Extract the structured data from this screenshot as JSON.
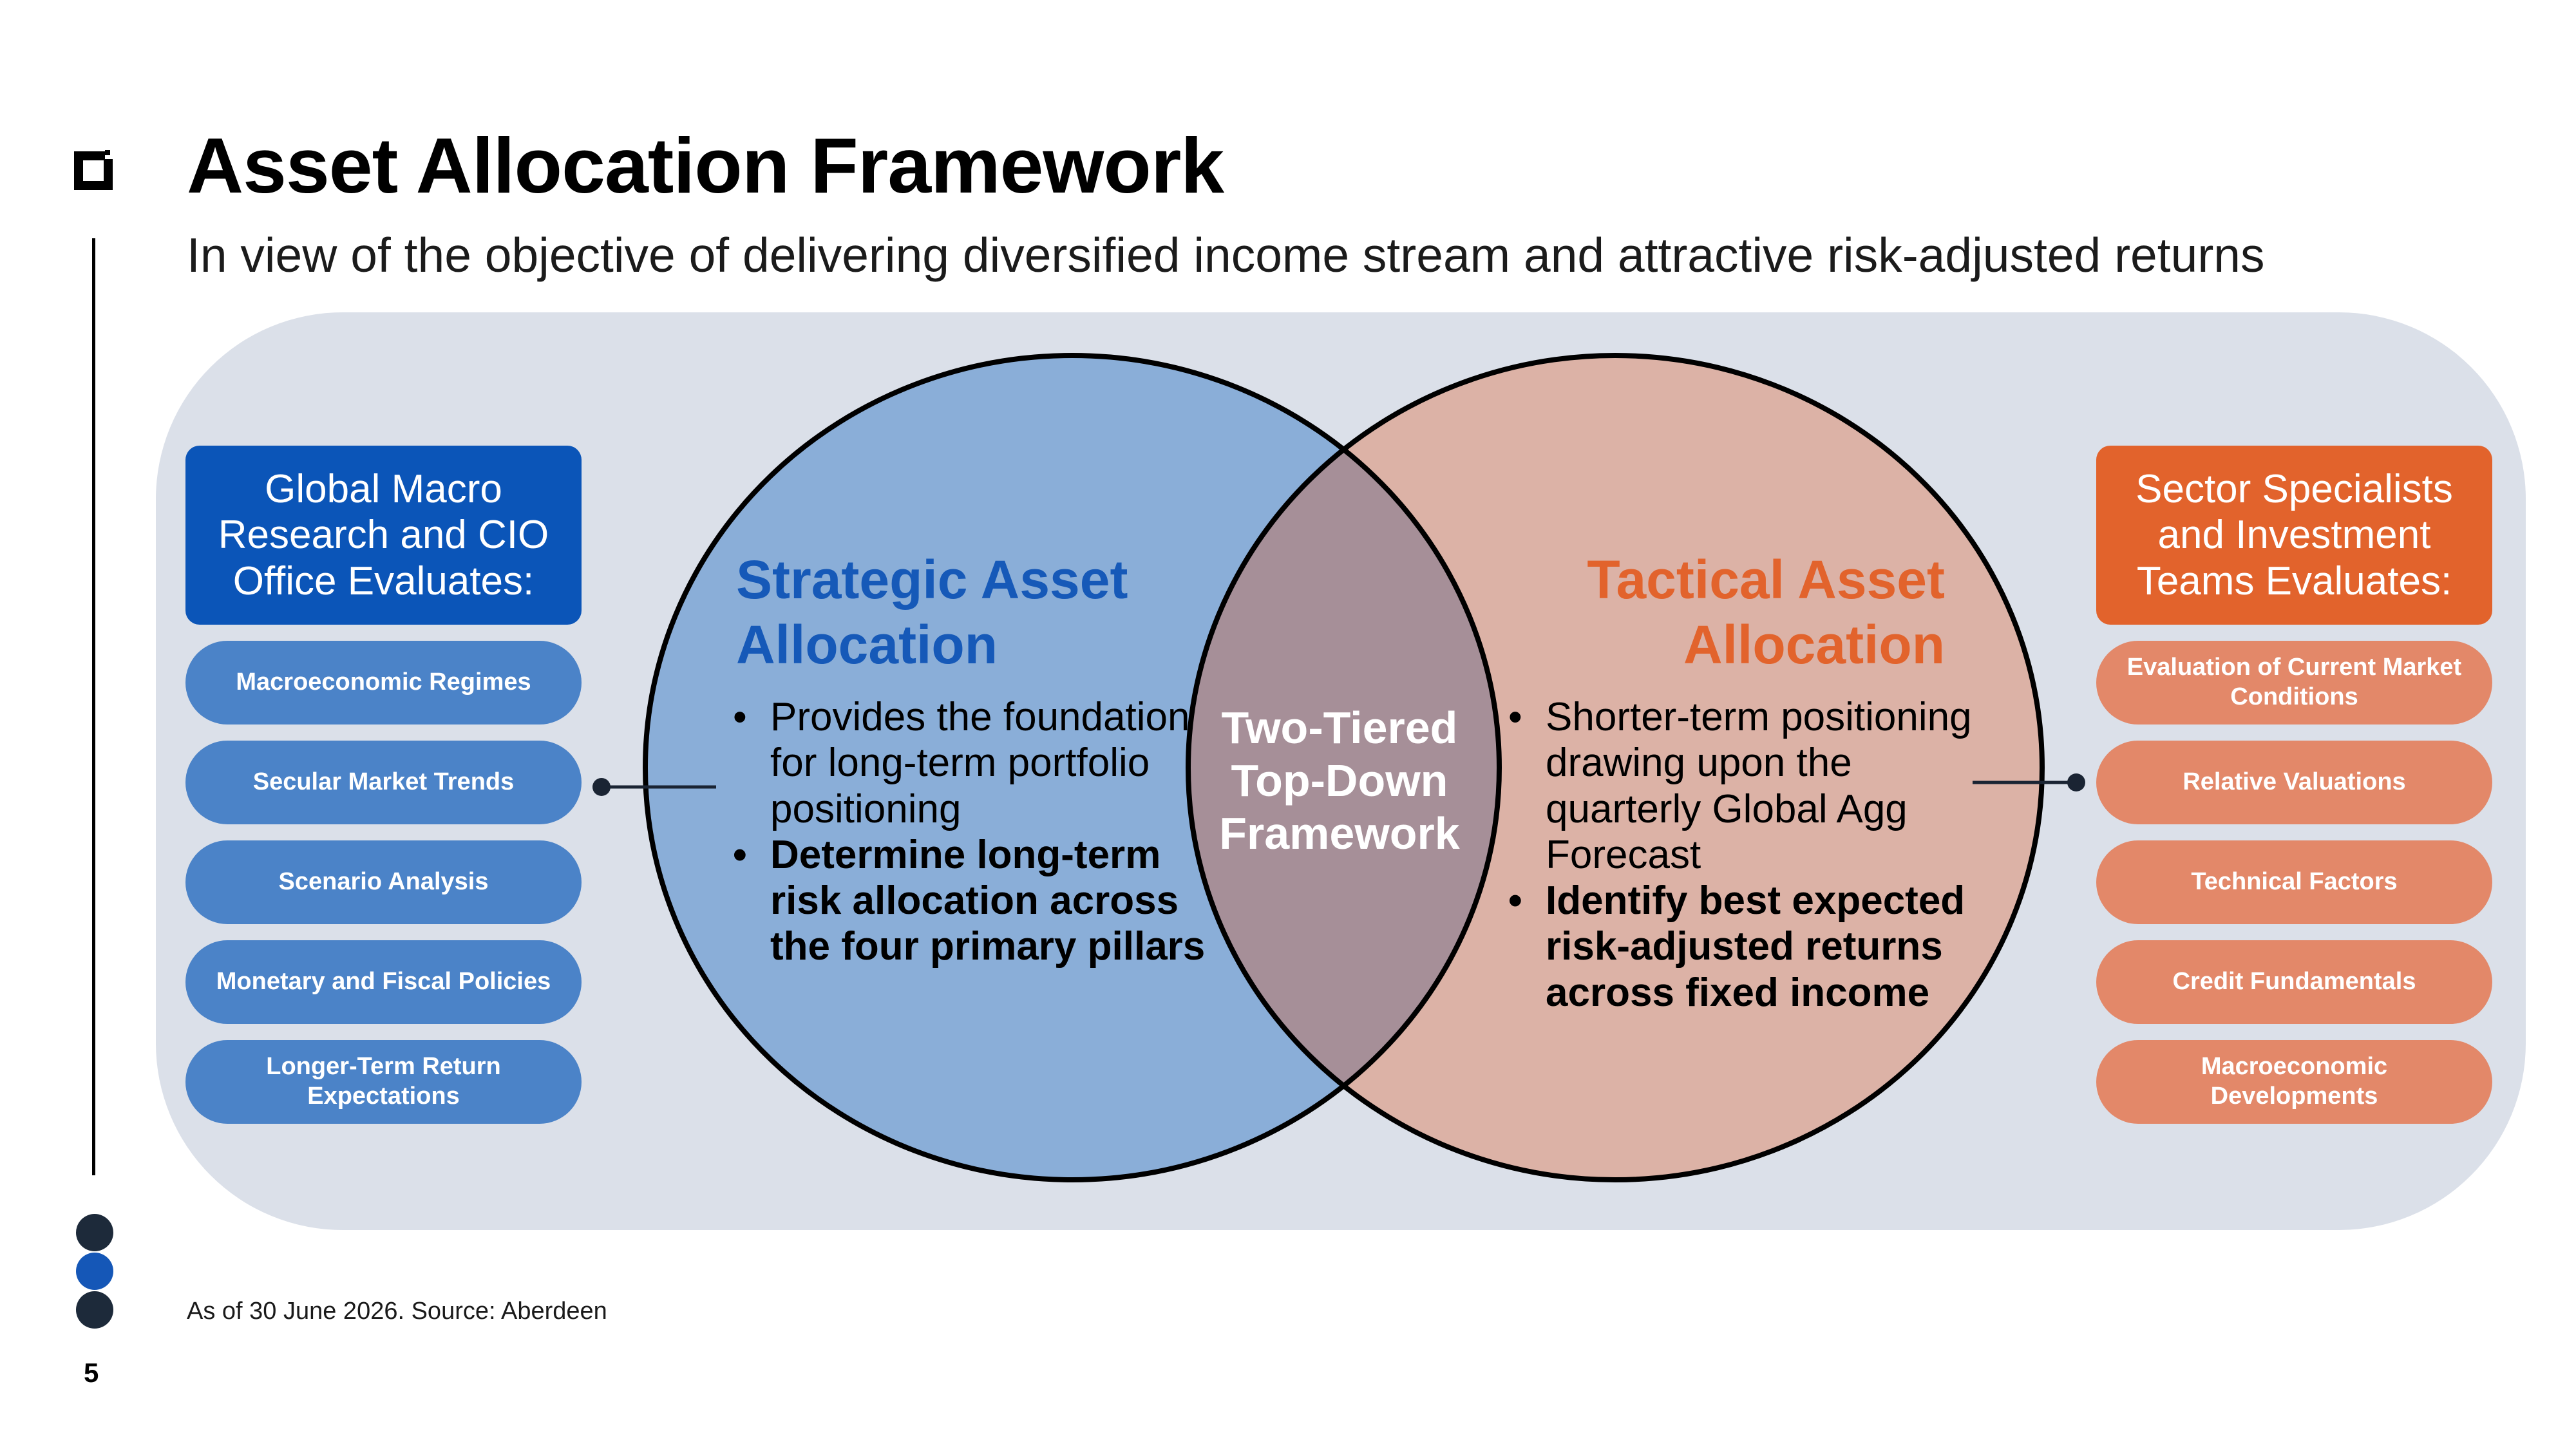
{
  "header": {
    "title": "Asset Allocation Framework",
    "subtitle": "In view of the objective of delivering diversified income stream and attractive risk-adjusted returns"
  },
  "left_panel": {
    "heading": "Global Macro Research and CIO Office Evaluates:",
    "items": [
      "Macroeconomic Regimes",
      "Secular Market Trends",
      "Scenario Analysis",
      "Monetary and Fiscal Policies",
      "Longer-Term Return Expectations"
    ]
  },
  "right_panel": {
    "heading": "Sector Specialists and Investment Teams Evaluates:",
    "items": [
      "Evaluation of Current Market Conditions",
      "Relative Valuations",
      "Technical Factors",
      "Credit Fundamentals",
      "Macroeconomic Developments"
    ]
  },
  "venn": {
    "left_circle": {
      "title_line1": "Strategic Asset",
      "title_line2": "Allocation",
      "bullets": [
        "Provides the foundation for long-term portfolio positioning",
        "Determine long-term risk allocation across the four primary pillars"
      ]
    },
    "right_circle": {
      "title_line1": "Tactical Asset",
      "title_line2": "Allocation",
      "bullets": [
        "Shorter-term positioning drawing upon the quarterly Global Agg Forecast",
        "Identify best expected risk-adjusted returns across fixed income"
      ]
    },
    "overlap": {
      "line1": "Two-Tiered",
      "line2": "Top-Down",
      "line3": "Framework"
    }
  },
  "footer": {
    "note": "As of 30 June 2026. Source: Aberdeen",
    "page_number": "5"
  },
  "colors": {
    "brand_blue": "#0b55b8",
    "brand_orange": "#e2632c",
    "strategic_circle": "#8aaed8",
    "tactical_circle": "#dcb2a6",
    "overlap": "#a68f98",
    "panel": "#dbe0e9",
    "left_pill": "#4b83c8",
    "right_pill": "#e38869"
  }
}
